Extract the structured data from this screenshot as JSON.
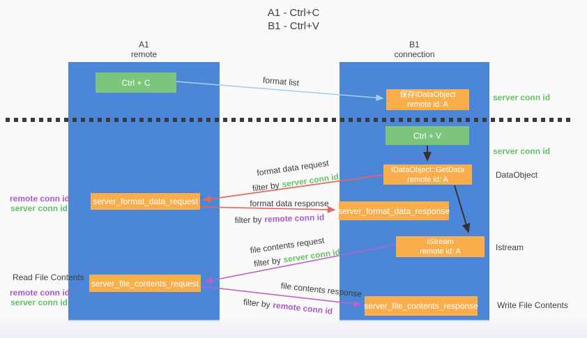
{
  "title": {
    "line1": "A1 - Ctrl+C",
    "line2": "B1 - Ctrl+V"
  },
  "lifelines": {
    "a1": {
      "name": "A1",
      "role": "remote"
    },
    "b1": {
      "name": "B1",
      "role": "connection"
    }
  },
  "nodes": {
    "ctrl_c": {
      "label": "Ctrl + C"
    },
    "ctrl_v": {
      "label": "Ctrl + V"
    },
    "save_idataobject": {
      "line1": "保存IDataObject",
      "line2": "remote id: A"
    },
    "idataobject_getdata": {
      "line1": "IDataObject::GetData",
      "line2": "remote id: A"
    },
    "istream": {
      "line1": "IStream",
      "line2": "remote id: A"
    },
    "server_format_data_request": {
      "label": "server_format_data_request"
    },
    "server_format_data_response": {
      "label": "server_format_data_response"
    },
    "server_file_contents_request": {
      "label": "server_file_contents_request"
    },
    "server_file_contents_response": {
      "label": "server_file_contents_response"
    }
  },
  "arrows": {
    "format_list": {
      "label": "format list"
    },
    "format_data_request": {
      "label": "format data request",
      "filter_prefix": "filter by",
      "filter_key": "server conn id"
    },
    "format_data_response": {
      "label": "format data response",
      "filter_prefix": "filter by",
      "filter_key": "remote conn id"
    },
    "file_contents_request": {
      "label": "file contents request",
      "filter_prefix": "filter by",
      "filter_key": "server conn id"
    },
    "file_contents_response": {
      "label": "file contents response",
      "filter_prefix": "filter by",
      "filter_key": "remote conn id"
    }
  },
  "annotations": {
    "right": {
      "server_conn_id_top": "server conn id",
      "server_conn_id_mid": "server conn id",
      "dataobject": "DataObject",
      "istream": "Istream",
      "write_file_contents": "Write File Contents"
    },
    "left": {
      "pair1": {
        "remote_conn_id": "remote conn id",
        "server_conn_id": "server conn id"
      },
      "read_file_contents": "Read File Contents",
      "pair2": {
        "remote_conn_id": "remote conn id",
        "server_conn_id": "server conn id"
      }
    }
  },
  "colors": {
    "lane_blue": "#4c86d8",
    "green_box": "#7cc57d",
    "orange_box": "#f9ad4b",
    "arrow_blue": "#a5cff0",
    "arrow_red": "#e7665d",
    "arrow_magenta": "#c05fc5",
    "arrow_black": "#333333",
    "text_green": "#66c266",
    "text_purple": "#ab5bc9"
  }
}
